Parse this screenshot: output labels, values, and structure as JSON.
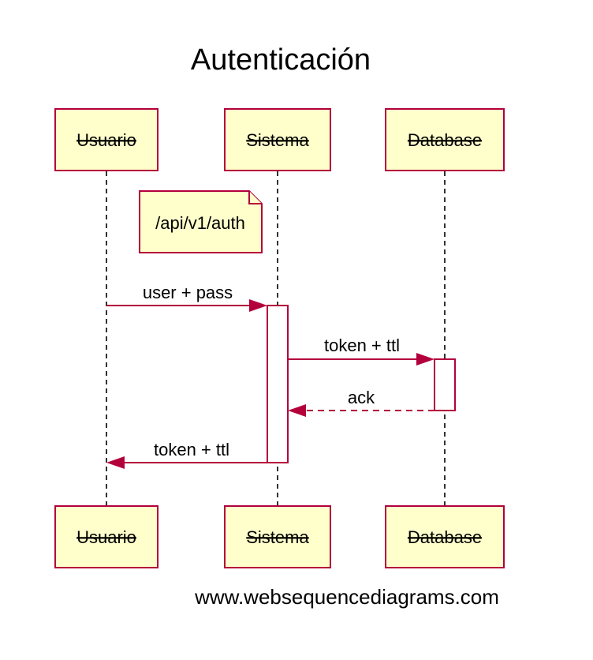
{
  "title": "Autenticación",
  "participants": [
    {
      "id": "usuario",
      "label": "Usuario"
    },
    {
      "id": "sistema",
      "label": "Sistema"
    },
    {
      "id": "database",
      "label": "Database"
    }
  ],
  "note": {
    "text": "/api/v1/auth"
  },
  "messages": [
    {
      "from": "usuario",
      "to": "sistema",
      "label": "user + pass",
      "style": "solid"
    },
    {
      "from": "sistema",
      "to": "database",
      "label": "token + ttl",
      "style": "solid"
    },
    {
      "from": "database",
      "to": "sistema",
      "label": "ack",
      "style": "dashed"
    },
    {
      "from": "sistema",
      "to": "usuario",
      "label": "token + ttl",
      "style": "solid"
    }
  ],
  "footer": "www.websequencediagrams.com",
  "colors": {
    "accent": "#b3003c",
    "box_fill": "#ffffcc"
  }
}
